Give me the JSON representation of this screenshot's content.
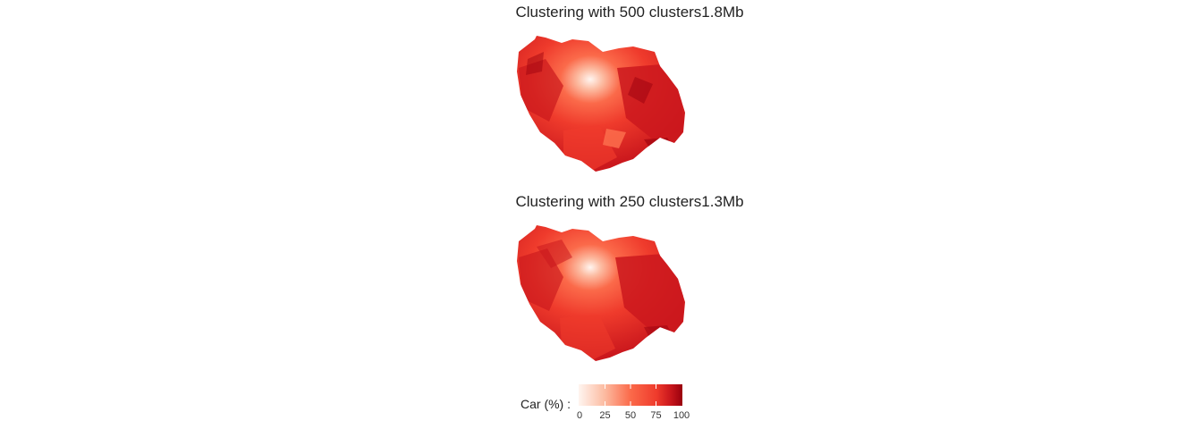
{
  "panels": [
    {
      "title": "Clustering with 500 clusters1.8Mb"
    },
    {
      "title": "Clustering with 250 clusters1.3Mb"
    }
  ],
  "legend": {
    "title": "Car (%) :",
    "ticks": [
      "0",
      "25",
      "50",
      "75",
      "100"
    ],
    "range": [
      0,
      100
    ]
  },
  "colors": {
    "low": "#fff5f0",
    "mid1": "#fcbba1",
    "mid2": "#fb6a4a",
    "mid3": "#ef3b2c",
    "mid4": "#cb181d",
    "high": "#99000d"
  }
}
